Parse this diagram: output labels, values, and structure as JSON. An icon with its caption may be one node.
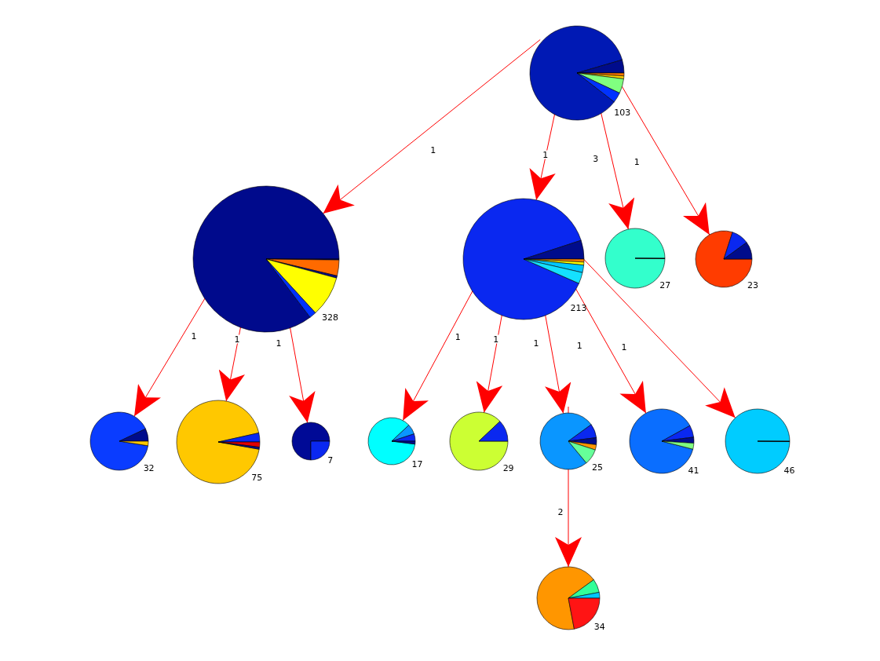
{
  "diagram": {
    "nodes": [
      {
        "text": [],
        "shape": "pie",
        "beside": [
          "103"
        ]
      },
      {
        "text": [],
        "shape": "pie",
        "beside": [
          "328"
        ]
      },
      {
        "text": [],
        "shape": "pie",
        "beside": [
          "213"
        ]
      },
      {
        "text": [],
        "shape": "pie",
        "beside": [
          "27"
        ]
      },
      {
        "text": [],
        "shape": "pie",
        "beside": [
          "23"
        ]
      },
      {
        "text": [],
        "shape": "pie",
        "beside": [
          "32"
        ]
      },
      {
        "text": [],
        "shape": "pie",
        "beside": [
          "75"
        ]
      },
      {
        "text": [],
        "shape": "pie",
        "beside": [
          "7"
        ]
      },
      {
        "text": [],
        "shape": "pie",
        "beside": [
          "17"
        ]
      },
      {
        "text": [],
        "shape": "pie",
        "beside": [
          "29"
        ]
      },
      {
        "text": [],
        "shape": "pie",
        "beside": [
          "25"
        ]
      },
      {
        "text": [],
        "shape": "pie",
        "beside": [
          "41"
        ]
      },
      {
        "text": [],
        "shape": "pie",
        "beside": [
          "46"
        ]
      },
      {
        "text": [],
        "shape": "pie",
        "beside": [
          "34"
        ]
      }
    ],
    "edges": [
      {
        "from": 0,
        "to": 1,
        "arrow": "to",
        "label": "1"
      },
      {
        "from": 0,
        "to": 2,
        "arrow": "to",
        "label": "1"
      },
      {
        "from": 0,
        "to": 3,
        "arrow": "to",
        "label": "3"
      },
      {
        "from": 0,
        "to": 4,
        "arrow": "to",
        "label": "1"
      },
      {
        "from": 1,
        "to": 5,
        "arrow": "to",
        "label": "1"
      },
      {
        "from": 1,
        "to": 6,
        "arrow": "to",
        "label": "1"
      },
      {
        "from": 1,
        "to": 7,
        "arrow": "to",
        "label": "1"
      },
      {
        "from": 2,
        "to": 8,
        "arrow": "to",
        "label": "1"
      },
      {
        "from": 2,
        "to": 9,
        "arrow": "to",
        "label": "1"
      },
      {
        "from": 2,
        "to": 10,
        "arrow": "to",
        "label": "1"
      },
      {
        "from": 2,
        "to": 11,
        "arrow": "to",
        "label": "1"
      },
      {
        "from": 2,
        "to": 12,
        "arrow": "to",
        "label": "1"
      },
      {
        "from": 10,
        "to": 13,
        "arrow": "to",
        "label": "2"
      }
    ]
  }
}
